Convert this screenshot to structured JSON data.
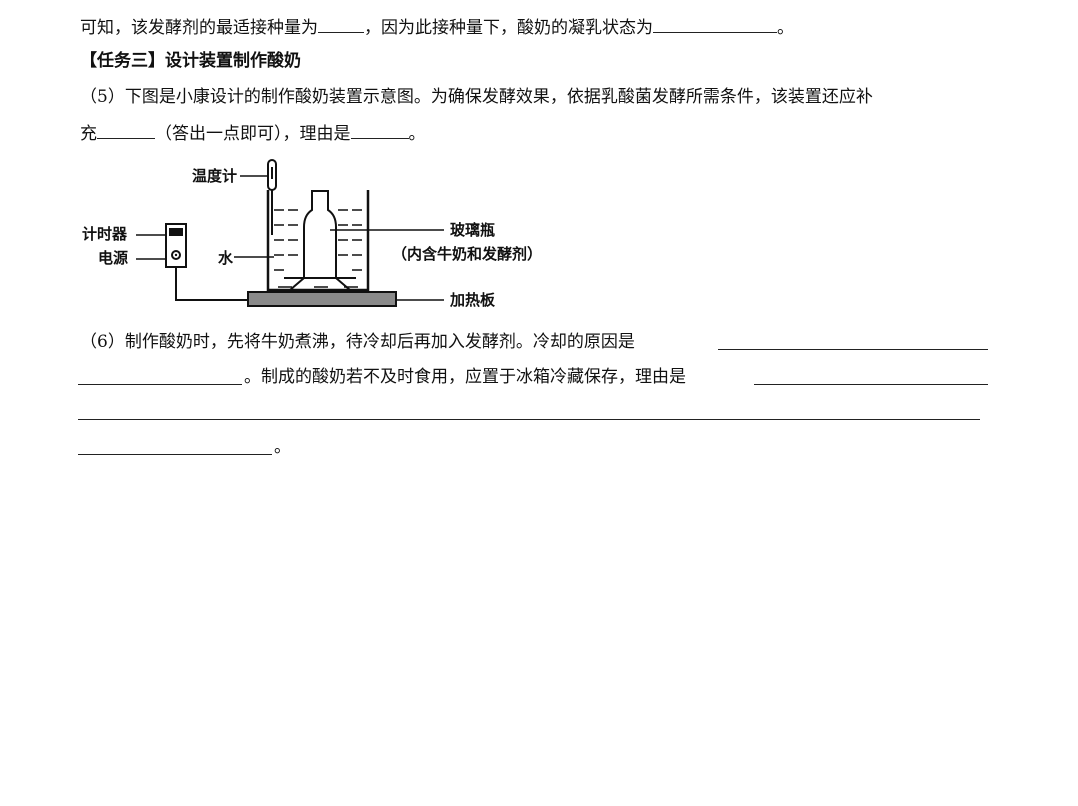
{
  "lines": {
    "l1_a": "可知，该发酵剂的最适接种量为",
    "l1_b": "，因为此接种量下，酸奶的凝乳状态为",
    "l1_c": "。",
    "task3": "【任务三】设计装置制作酸奶",
    "q5_a": "（5）下图是小康设计的制作酸奶装置示意图。为确保发酵效果，依据乳酸菌发酵所需条件，该装置还应补",
    "q5_b1": "充",
    "q5_b2": "（答出一点即可），理由是",
    "q5_b3": "。",
    "q6_a": "（6）制作酸奶时，先将牛奶煮沸，待冷却后再加入发酵剂。冷却的原因是",
    "q6_b": "。制成的酸奶若不及时食用，应置于冰箱冷藏保存，理由是",
    "q6_d": "。"
  },
  "figure": {
    "thermometer": "温度计",
    "timer": "计时器",
    "power": "电源",
    "water": "水",
    "bottle": "玻璃瓶",
    "bottle_note": "（内含牛奶和发酵剂）",
    "heater": "加热板"
  }
}
